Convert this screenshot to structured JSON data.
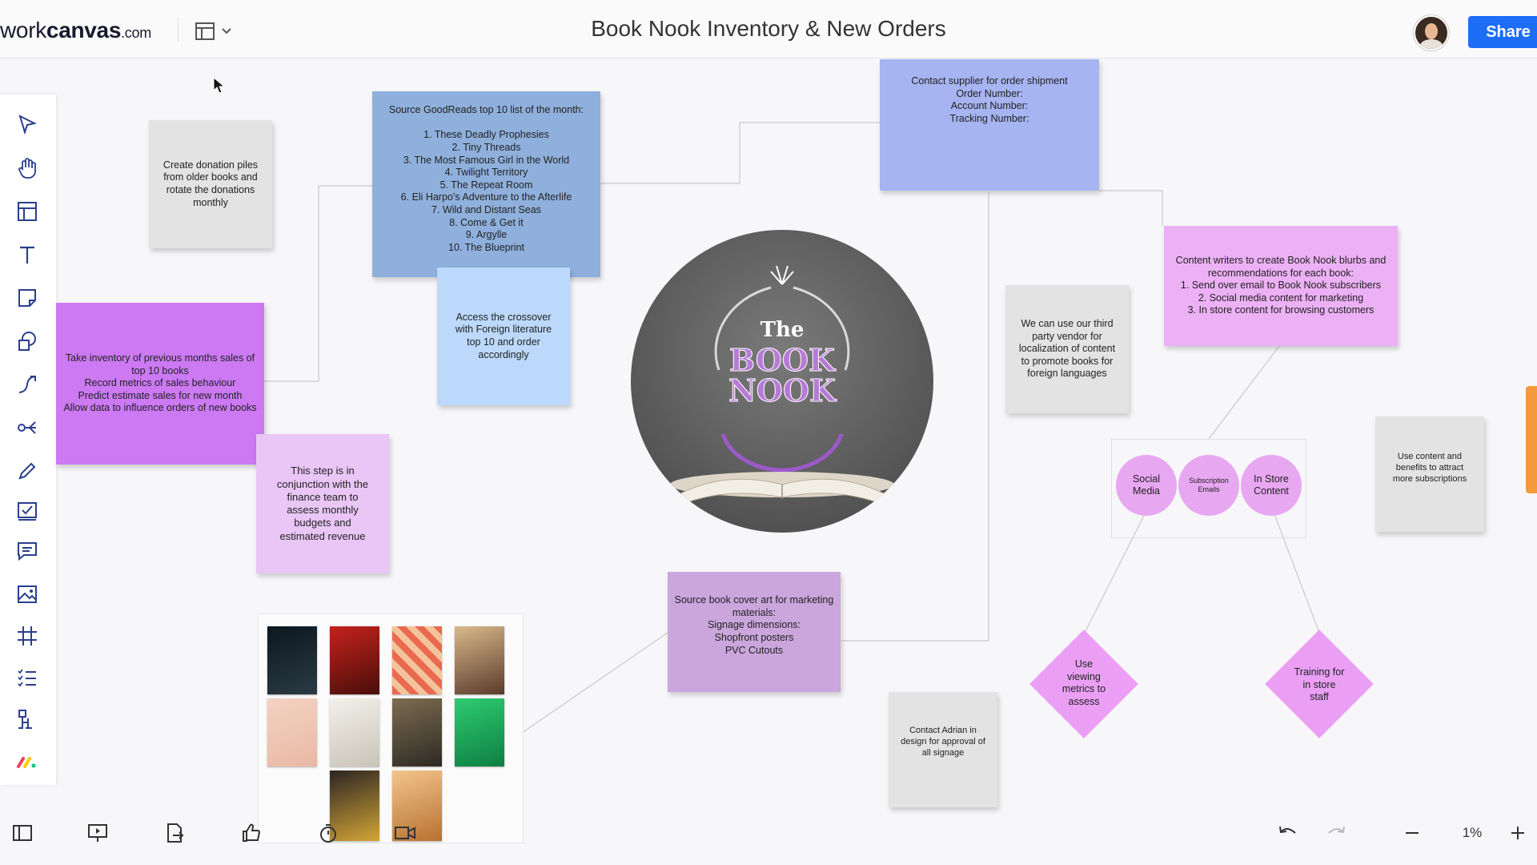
{
  "app": {
    "logo_prefix": "work",
    "logo_bold": "canvas",
    "logo_suffix": ".com"
  },
  "header": {
    "board_title": "Book Nook Inventory & New Orders",
    "share_label": "Share"
  },
  "notes": {
    "donation": "Create donation piles\nfrom older books and\nrotate the donations\nmonthly",
    "goodreads": "Source GoodReads top 10 list of the month:\n\n1. These Deadly Prophesies\n2. Tiny Threads\n3. The Most Famous Girl in the World\n4. Twilight Territory\n5. The Repeat Room\n6. Eli Harpo's Adventure to the Afterlife\n7. Wild and Distant Seas\n8. Come & Get it\n9. Argylle\n10. The Blueprint",
    "crossover": "Access the crossover\nwith Foreign literature\ntop 10 and order\naccordingly",
    "inventory": "Take inventory of previous months sales of\ntop 10 books\nRecord metrics of sales behaviour\nPredict estimate sales for new month\nAllow data to influence orders of new books",
    "finance": "This step is in\nconjunction with the\nfinance team to\nassess monthly\nbudgets and\nestimated revenue",
    "supplier": "Contact supplier for order shipment\nOrder Number:\nAccount Number:\nTracking Number:",
    "vendor": "We can use our third\nparty vendor for\nlocalization of content\nto promote books for\nforeign languages",
    "writers": "Content writers to create Book Nook blurbs and\nrecommendations for each book:\n1. Send over email to Book Nook subscribers\n2. Social media content for marketing\n3. In store content for browsing customers",
    "subscriptions": "Use content and\nbenefits to attract\nmore subscriptions",
    "cover_art": "Source book cover art for marketing\nmaterials:\nSignage dimensions:\nShopfront posters\nPVC Cutouts",
    "adrian": "Contact Adrian in\ndesign for approval of\nall signage"
  },
  "circles": {
    "social": "Social\nMedia",
    "subscription": "Subscription\nEmails",
    "instore": "In Store\nContent"
  },
  "diamonds": {
    "metrics": "Use\nviewing\nmetrics to\nassess",
    "training": "Training for\nin store\nstaff"
  },
  "hero": {
    "the": "The",
    "word1": "BOOK",
    "word2": "NOOK"
  },
  "zoom": {
    "percent": "1%"
  },
  "colors": {
    "accent": "#1e6df6",
    "orange_tab": "#f59a3a"
  }
}
